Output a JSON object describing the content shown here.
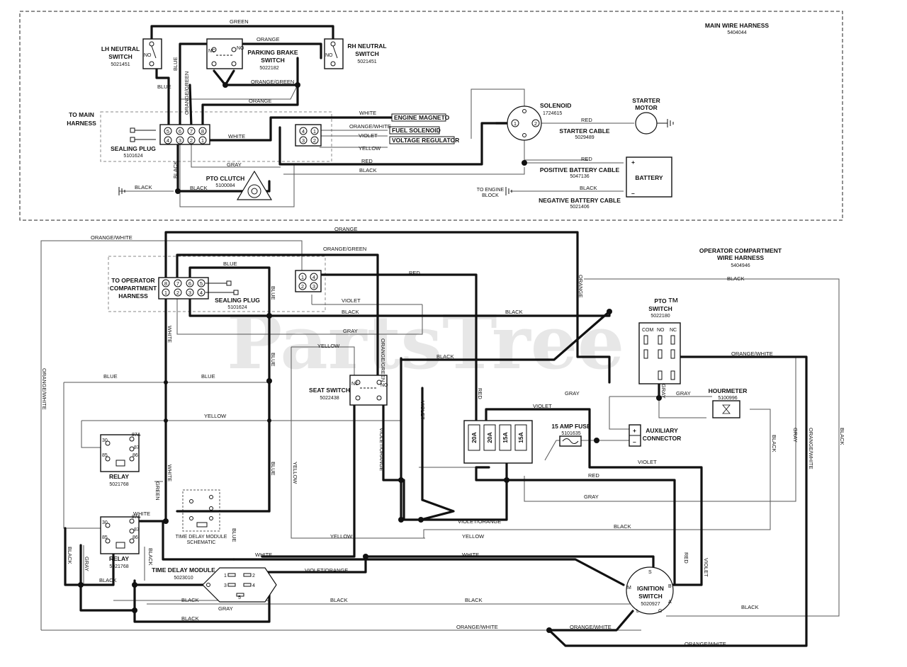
{
  "harness_main": {
    "title": "MAIN WIRE HARNESS",
    "part": "5404044"
  },
  "harness_operator": {
    "line1": "OPERATOR COMPARTMENT",
    "line2": "WIRE HARNESS",
    "part": "5404946"
  },
  "watermark": "PartsTree",
  "tm": "™",
  "components": {
    "lh_neutral": {
      "l1": "LH NEUTRAL",
      "l2": "SWITCH",
      "part": "5021451"
    },
    "rh_neutral": {
      "l1": "RH NEUTRAL",
      "l2": "SWITCH",
      "part": "5021451"
    },
    "parking_brake": {
      "l1": "PARKING BRAKE",
      "l2": "SWITCH",
      "part": "5022182"
    },
    "solenoid": {
      "name": "SOLENOID",
      "part": "1724615"
    },
    "starter_motor": {
      "l1": "STARTER",
      "l2": "MOTOR"
    },
    "starter_cable": {
      "name": "STARTER CABLE",
      "part": "5029489"
    },
    "battery": {
      "name": "BATTERY",
      "plus": "+",
      "minus": "–"
    },
    "pos_cable": {
      "name": "POSITIVE BATTERY CABLE",
      "part": "5047136"
    },
    "neg_cable": {
      "name": "NEGATIVE BATTERY CABLE",
      "part": "5021406"
    },
    "to_engine_block": {
      "l1": "TO ENGINE",
      "l2": "BLOCK"
    },
    "engine_magneto": "ENGINE MAGNETO",
    "fuel_solenoid": "FUEL SOLENOID",
    "voltage_regulator": "VOLTAGE REGULATOR",
    "to_main_harness": {
      "l1": "TO MAIN",
      "l2": "HARNESS"
    },
    "sealing_plug_top": {
      "name": "SEALING PLUG",
      "part": "5101624"
    },
    "pto_clutch": {
      "name": "PTO CLUTCH",
      "part": "5100084"
    },
    "to_operator": {
      "l1": "TO OPERATOR",
      "l2": "COMPARTMENT",
      "l3": "HARNESS"
    },
    "sealing_plug_bottom": {
      "name": "SEALING PLUG",
      "part": "5101624"
    },
    "pto_switch": {
      "l1": "PTO",
      "l2": "SWITCH",
      "part": "5022180",
      "pins": [
        "COM",
        "NO",
        "NC"
      ]
    },
    "seat_switch": {
      "name": "SEAT SWITCH",
      "part": "5022438",
      "nc": "NC",
      "no": "NO"
    },
    "hourmeter": {
      "name": "HOURMETER",
      "part": "5100996"
    },
    "fuse": {
      "name": "15 AMP FUSE",
      "part": "5101635"
    },
    "fuses": [
      "20A",
      "20A",
      "15A",
      "15A"
    ],
    "aux": {
      "l1": "AUXILIARY",
      "l2": "CONNECTOR",
      "plus": "+",
      "minus": "–"
    },
    "relay1": {
      "name": "RELAY",
      "part": "5021768",
      "pins": [
        "30",
        "87A",
        "87",
        "85",
        "86"
      ]
    },
    "relay2": {
      "name": "RELAY",
      "part": "5021768",
      "pins": [
        "30",
        "87A",
        "87",
        "85",
        "86"
      ]
    },
    "tdm_schematic": {
      "l1": "TIME DELAY MODULE",
      "l2": "SCHEMATIC"
    },
    "tdm": {
      "name": "TIME DELAY MODULE",
      "part": "5023010",
      "pins": [
        "1",
        "2",
        "3",
        "4",
        "5"
      ]
    },
    "ignition": {
      "l1": "IGNITION",
      "l2": "SWITCH",
      "part": "5020927",
      "pins": [
        "S",
        "B",
        "A",
        "G",
        "L",
        "M"
      ]
    },
    "switch_no": "NO",
    "switch_nc": "NC"
  },
  "connector_pins": {
    "main_top": [
      "5",
      "6",
      "7",
      "8"
    ],
    "main_bot": [
      "4",
      "3",
      "2",
      "1"
    ],
    "eng_top": [
      "4",
      "1"
    ],
    "eng_bot": [
      "3",
      "2"
    ],
    "op_top": [
      "8",
      "7",
      "6",
      "5"
    ],
    "op_bot": [
      "1",
      "2",
      "3",
      "4"
    ],
    "op2_top": [
      "1",
      "4"
    ],
    "op2_bot": [
      "2",
      "3"
    ],
    "sol_left": "1",
    "sol_right": "2"
  },
  "wire_colors": {
    "green": "GREEN",
    "orange": "ORANGE",
    "blue": "BLUE",
    "orange_green": "ORANGE/GREEN",
    "orange_green_v": "ORANGE/GREEN",
    "white": "WHITE",
    "orange_white": "ORANGE/WHITE",
    "violet": "VIOLET",
    "yellow": "YELLOW",
    "red": "RED",
    "black": "BLACK",
    "gray": "GRAY",
    "violet_orange": "VIOLET/ORANGE"
  },
  "colors": {
    "wire": "#111111",
    "thin_wire": "#555555",
    "watermark": "#bdbdbd"
  }
}
